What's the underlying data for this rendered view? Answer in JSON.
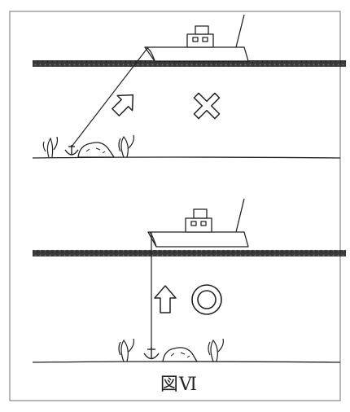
{
  "figure": {
    "caption": "図Ⅵ",
    "panels": [
      {
        "verdict_symbol": "cross-mark",
        "anchor_line": "diagonal",
        "lift_arrow": "up-right"
      },
      {
        "verdict_symbol": "circle-mark",
        "anchor_line": "vertical",
        "lift_arrow": "up"
      }
    ]
  }
}
